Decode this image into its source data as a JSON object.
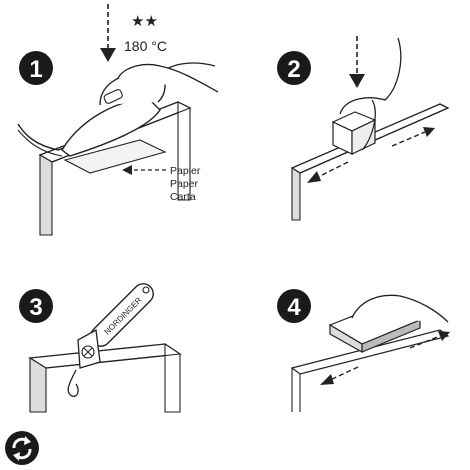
{
  "steps": [
    {
      "number": "1",
      "name": "iron-step"
    },
    {
      "number": "2",
      "name": "press-block-step"
    },
    {
      "number": "3",
      "name": "trim-step"
    },
    {
      "number": "4",
      "name": "sand-step"
    }
  ],
  "step1": {
    "temperature": "180 °C",
    "stars": "★★",
    "paper_labels": [
      "Papier",
      "Paper",
      "Carta"
    ]
  },
  "step3": {
    "tool_brand": "NORDINGER"
  },
  "colors": {
    "ink": "#222222",
    "badge": "#1a1a1a",
    "background": "#ffffff"
  },
  "icons": [
    "arrow-down-icon",
    "recycle-icon"
  ]
}
